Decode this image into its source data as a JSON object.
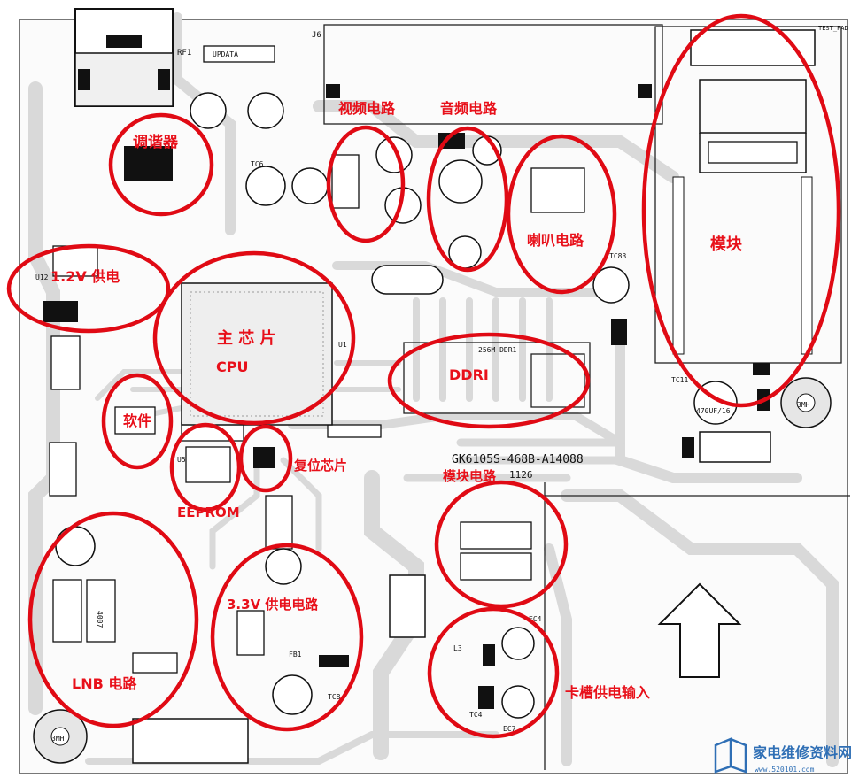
{
  "board": {
    "silk": {
      "connector_top": "J6",
      "rf": "RF1",
      "update": "UPDATA",
      "part_no": "GK6105S-468B-A14088",
      "part_no2": "1126",
      "ddr_chip": "256M DDR1",
      "mount_hole": "3MH",
      "test_pad": "TEST_PAD",
      "cap_470": "470UF/16",
      "tc83": "TC83",
      "tc11": "TC11",
      "tc6": "TC6",
      "tc8": "TC8",
      "ec4": "EC4",
      "ec7": "EC7",
      "d25": "4007",
      "u12": "U12",
      "u1": "U1",
      "u5": "U5",
      "fb1": "FB1",
      "l3": "L3",
      "tc4": "TC4"
    },
    "labels": {
      "tuner": "调谐器",
      "video": "视频电路",
      "audio": "音频电路",
      "speaker": "喇叭电路",
      "module": "模块",
      "v12": "1.2V 供电",
      "main_chip": "主 芯 片",
      "cpu": "CPU",
      "ddr": "DDRI",
      "software": "软件",
      "eeprom": "EEPROM",
      "reset": "复位芯片",
      "module_circuit": "模块电路",
      "v33": "3.3V 供电电路",
      "lnb": "LNB 电路",
      "card_power": "卡槽供电输入"
    },
    "watermark": {
      "brand": "家电维修资料网",
      "site": "www.520101.com"
    }
  }
}
